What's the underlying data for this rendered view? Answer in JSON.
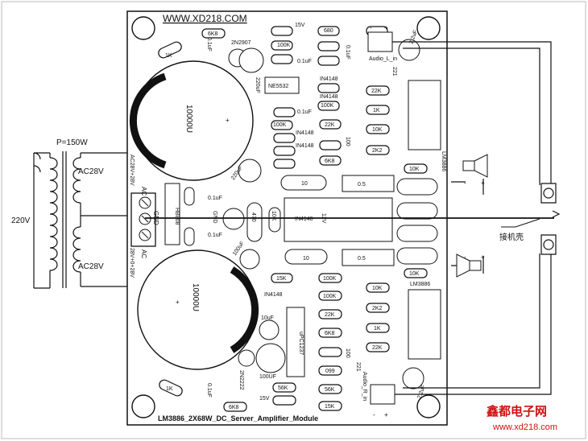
{
  "board": {
    "website": "WWW.XD218.COM",
    "module_name": "LM3886_2X68W_DC_Server_Amplifier_Module"
  },
  "transformer": {
    "power": "P=150W",
    "primary": "220V",
    "secondary_top": "AC28V",
    "secondary_bottom": "AC28V"
  },
  "input_connector": {
    "top_label": "AC",
    "mid_label": "GND",
    "bottom_label": "AC",
    "side_top": "AC28V+28V",
    "side_bottom": "28V+0+28V"
  },
  "capacitors": {
    "main_top": "10000U",
    "main_bottom": "10000U",
    "c220_top": "220uF",
    "c220_mid": "220uF",
    "c100_mid": "100uF",
    "c100_bottom": "100UF",
    "c10_bottom": "10uF",
    "c01": "0.1uF",
    "c22_top": "2.2uF",
    "c22_bottom": "2.2uF",
    "c470": "470",
    "c221": "221"
  },
  "semis": {
    "bridge": "HB808",
    "opamp": "NE5532",
    "reg": "uPC1237",
    "q_top": "2N2907",
    "q_bottom": "2N2222",
    "diode": "IN4148",
    "chip_top": "LM3886",
    "chip_bottom": "LM3886",
    "v15": "15V",
    "v12": "12V"
  },
  "resistors": {
    "r1k": "1K",
    "r6k8": "6K8",
    "r100k": "100K",
    "r680": "680",
    "r22k": "22K",
    "r10k": "10K",
    "r2k2": "2K2",
    "r10": "10",
    "r05": "0.5",
    "r15k": "15K",
    "r56k": "56K",
    "r100": "100",
    "r099": "099"
  },
  "labels": {
    "gnd": "GND",
    "audio_l": "Audio_L_in",
    "audio_r": "Audio_R_in",
    "chassis": "接机壳",
    "plus": "+",
    "minus": "-"
  },
  "watermark": {
    "brand": "鑫都电子网",
    "url": "www.xd218.com"
  }
}
